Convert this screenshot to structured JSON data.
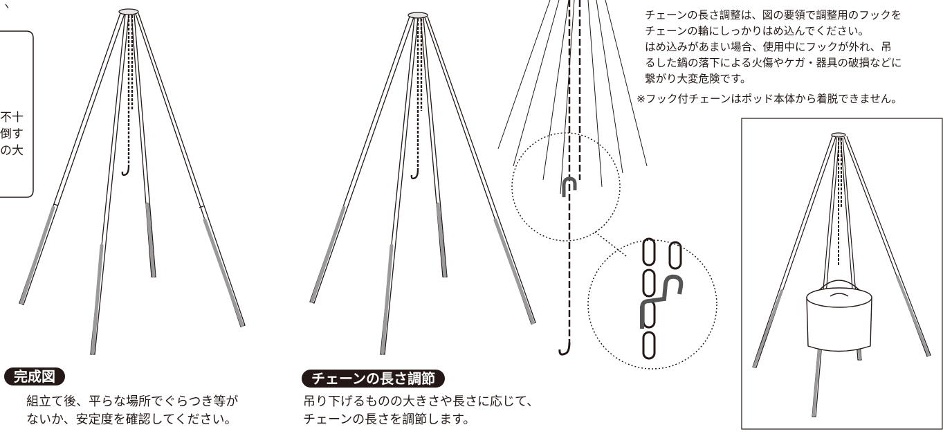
{
  "partial_left_box": {
    "lines": [
      "不十",
      "倒す",
      "の大"
    ]
  },
  "section_complete": {
    "heading": "完成図",
    "lines": [
      "組立て後、平らな場所でぐらつき等が",
      "ないか、安定度を確認してください。"
    ]
  },
  "section_chain": {
    "heading": "チェーンの長さ調節",
    "lines": [
      "吊り下げるものの大きさや長さに応じて、",
      "チェーンの長さを調節します。"
    ]
  },
  "caution": {
    "lines": [
      "チェーンの長さ調整は、図の要領で調整用のフックを",
      "チェーンの輪にしっかりはめ込んでください。",
      "はめ込みがあまい場合、使用中にフックが外れ、吊",
      "るした鍋の落下による火傷やケガ・器具の破損などに",
      "繋がり大変危険です。"
    ],
    "note": "※フック付チェーンはポッド本体から着脱できません。"
  }
}
